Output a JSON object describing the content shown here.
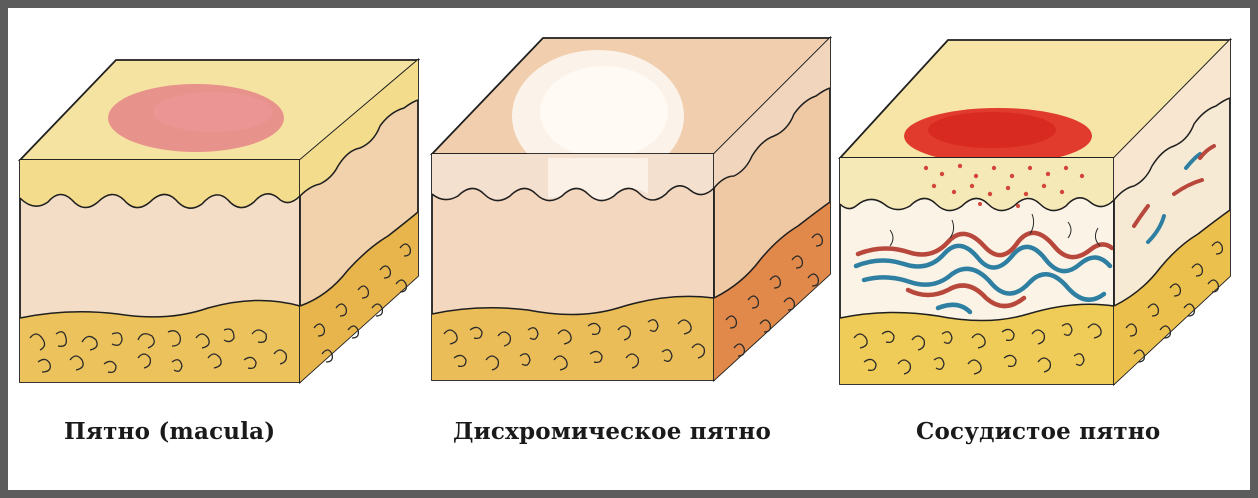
{
  "captions": {
    "macula": "Пятно (macula)",
    "dyschromic": "Дисхромическое пятно",
    "vascular": "Сосудистое пятно"
  },
  "colors": {
    "border": "#5c5c5c",
    "background": "#ffffff",
    "epidermis": "#f3dc8c",
    "dermis": "#f1d3b8",
    "fat": "#ecc25c",
    "macula_spot": "#e7888a",
    "depigmented_spot": "#fbf3ea",
    "vascular_spot": "#e03b2c",
    "artery": "#b8473c",
    "vein": "#2e7fa2",
    "outline": "#1f1f1f"
  }
}
